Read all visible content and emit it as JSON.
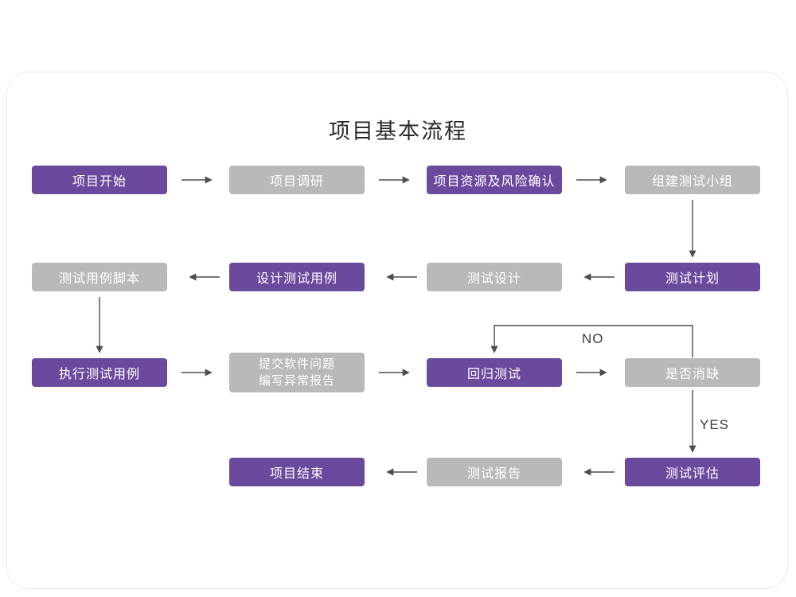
{
  "title": "项目基本流程",
  "edge_labels": {
    "no": "NO",
    "yes": "YES"
  },
  "colors": {
    "purple": "#6b4a9e",
    "gray": "#b9b9b9",
    "arrow": "#4d4d4d"
  },
  "nodes": [
    {
      "label": "项目开始",
      "style": "purple"
    },
    {
      "label": "项目调研",
      "style": "gray"
    },
    {
      "label": "项目资源及风险确认",
      "style": "purple"
    },
    {
      "label": "组建测试小组",
      "style": "gray"
    },
    {
      "label": "测试用例脚本",
      "style": "gray"
    },
    {
      "label": "设计测试用例",
      "style": "purple"
    },
    {
      "label": "测试设计",
      "style": "gray"
    },
    {
      "label": "测试计划",
      "style": "purple"
    },
    {
      "label": "执行测试用例",
      "style": "purple"
    },
    {
      "lines": [
        "提交软件问题",
        "编写异常报告"
      ],
      "style": "gray"
    },
    {
      "label": "回归测试",
      "style": "purple"
    },
    {
      "label": "是否消缺",
      "style": "gray"
    },
    {
      "label": "项目结束",
      "style": "purple"
    },
    {
      "label": "测试报告",
      "style": "gray"
    },
    {
      "label": "测试评估",
      "style": "purple"
    }
  ]
}
